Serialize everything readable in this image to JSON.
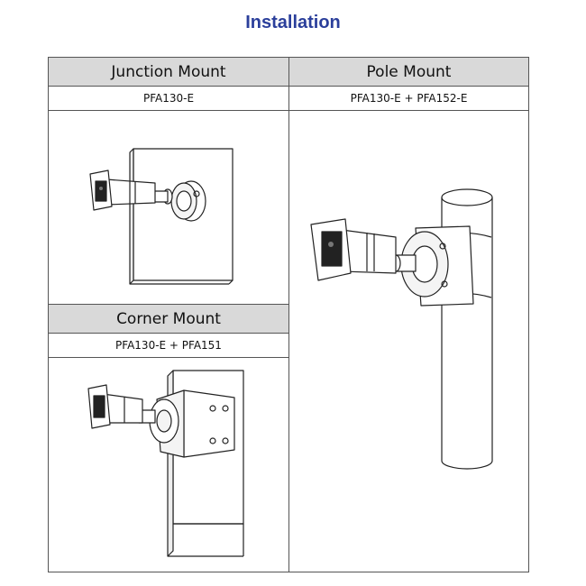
{
  "title": "Installation",
  "mounts": {
    "junction": {
      "name": "Junction Mount",
      "model": "PFA130-E"
    },
    "pole": {
      "name": "Pole Mount",
      "model": "PFA130-E + PFA152-E"
    },
    "corner": {
      "name": "Corner Mount",
      "model": "PFA130-E + PFA151"
    }
  },
  "colors": {
    "title": "#2b3f9b",
    "header_bg": "#d9d9d9",
    "border": "#555555"
  }
}
